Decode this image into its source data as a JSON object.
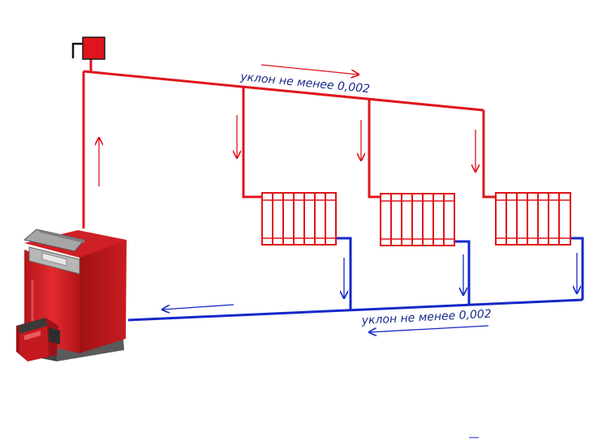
{
  "labels": {
    "supply_slope": "уклон не менее 0,002",
    "return_slope": "уклон не менее 0,002"
  },
  "colors": {
    "supply": "#e0141c",
    "return": "#1428c8",
    "boiler": "#d01a1f",
    "boiler_dark": "#8e0f13",
    "metal": "#9a9a9a",
    "label": "#1a2a8a"
  },
  "components": {
    "boiler": "boiler",
    "expansion_tank": "expansion-tank",
    "radiator_count": 3
  }
}
